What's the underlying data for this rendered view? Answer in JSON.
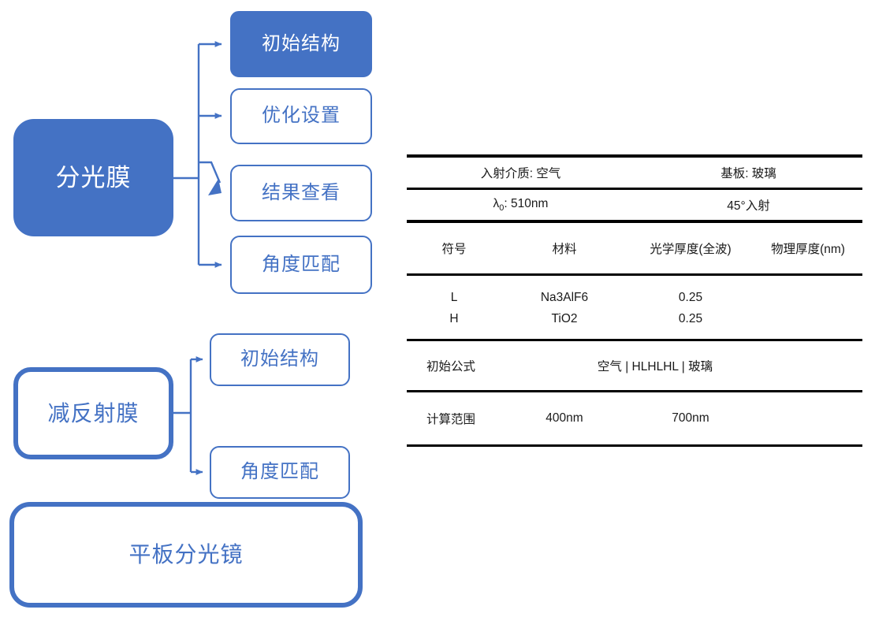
{
  "diagram": {
    "nodes": [
      {
        "id": "root-spectral",
        "label": "分光膜",
        "style": "filled"
      },
      {
        "id": "spectral-initial",
        "label": "初始结构",
        "style": "filled"
      },
      {
        "id": "spectral-optimize",
        "label": "优化设置",
        "style": "outline"
      },
      {
        "id": "spectral-results",
        "label": "结果查看",
        "style": "outline"
      },
      {
        "id": "spectral-angle",
        "label": "角度匹配",
        "style": "outline"
      },
      {
        "id": "root-ar",
        "label": "减反射膜",
        "style": "outline-thick"
      },
      {
        "id": "ar-initial",
        "label": "初始结构",
        "style": "outline"
      },
      {
        "id": "ar-angle",
        "label": "角度匹配",
        "style": "outline"
      },
      {
        "id": "plate-beamsplitter",
        "label": "平板分光镜",
        "style": "outline-thick"
      }
    ],
    "colors": {
      "accent": "#4472C4",
      "node_fill": "#4472C4",
      "node_text_on_fill": "#FFFFFF",
      "node_text_on_white": "#4472C4",
      "connector": "#4472C4"
    }
  },
  "table": {
    "conditions": {
      "incident_medium": "入射介质: 空气",
      "substrate": "基板: 玻璃",
      "reference_wavelength_label": "λ",
      "reference_wavelength_sub": "0",
      "reference_wavelength_value": ": 510nm",
      "incidence_angle": "45°入射"
    },
    "columns": [
      "符号",
      "材料",
      "光学厚度(全波)",
      "物理厚度(nm)"
    ],
    "layers": [
      {
        "symbol": "L",
        "material": "Na3AlF6",
        "optical_thickness": "0.25",
        "physical_thickness": ""
      },
      {
        "symbol": "H",
        "material": "TiO2",
        "optical_thickness": "0.25",
        "physical_thickness": ""
      }
    ],
    "formula": {
      "label": "初始公式",
      "value": "空气 | HLHLHL |  玻璃"
    },
    "range": {
      "label": "计算范围",
      "from": "400nm",
      "to": "700nm"
    }
  }
}
